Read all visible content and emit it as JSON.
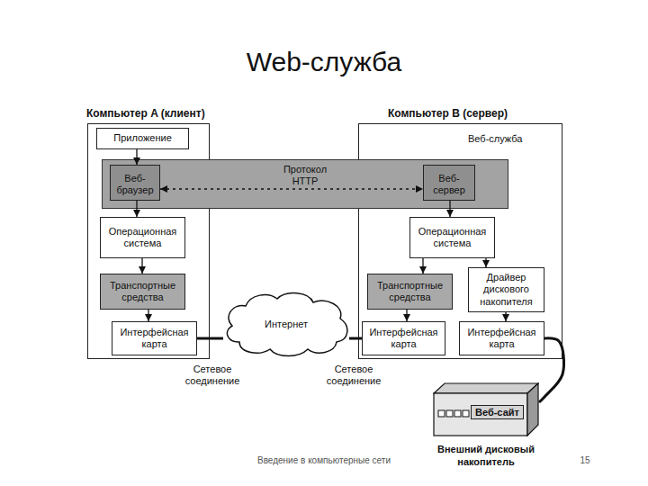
{
  "diagram": {
    "title": "Web-служба",
    "nodes": [
      {
        "text": [
          "Компьютер A (клиент)"
        ]
      },
      {
        "text": [
          "Приложение"
        ],
        "in": 0
      },
      {
        "text": [
          "Компьютер B (сервер)"
        ]
      },
      {
        "text": [
          "Протокол HTTP"
        ]
      },
      {
        "text": [
          "Веб- браузер"
        ],
        "in": 3
      },
      {
        "text": [
          "Веб- сервер"
        ],
        "in": 3
      },
      {
        "text": [
          "Операционная система"
        ],
        "in": 0
      },
      {
        "text": [
          "Операционная система"
        ],
        "in": 2
      },
      {
        "text": [
          "Транспортные средства"
        ],
        "in": 0
      },
      {
        "text": [
          "Транспортные средства"
        ],
        "in": 2
      },
      {
        "text": [
          "Драйвер дискового накопителя"
        ],
        "in": 2
      },
      {
        "text": [
          "Интерфейсная карта"
        ],
        "in": 0
      },
      {
        "text": [
          "Интернет"
        ]
      },
      {
        "text": [
          "Интерфейсная карта"
        ],
        "in": 2
      },
      {
        "text": [
          "Интерфейсная карта"
        ],
        "in": 2
      },
      {
        "text": [
          "Веб-сайт",
          "Внешний дисковый накопитель"
        ]
      }
    ],
    "edges": [
      {
        "from": 1,
        "to": 4,
        "arrow": "to"
      },
      {
        "from": 4,
        "to": 5,
        "arrow": "both"
      },
      {
        "from": 4,
        "to": 6,
        "arrow": "to"
      },
      {
        "from": 6,
        "to": 8,
        "arrow": "to"
      },
      {
        "from": 8,
        "to": 11,
        "arrow": "to"
      },
      {
        "from": 11,
        "to": 12,
        "arrow": "none"
      },
      {
        "from": 12,
        "to": 13,
        "arrow": "none"
      },
      {
        "from": 5,
        "to": 7,
        "arrow": "to"
      },
      {
        "from": 7,
        "to": 9,
        "arrow": "to"
      },
      {
        "from": 7,
        "to": 10,
        "arrow": "to"
      },
      {
        "from": 9,
        "to": 13,
        "arrow": "to"
      },
      {
        "from": 10,
        "to": 14,
        "arrow": "to"
      },
      {
        "from": 14,
        "to": 15,
        "arrow": "none"
      }
    ],
    "labels": [
      "Веб-служба",
      "Сетевое соединение",
      "Сетевое соединение",
      "Введение в компьютерные сети",
      "15"
    ]
  }
}
